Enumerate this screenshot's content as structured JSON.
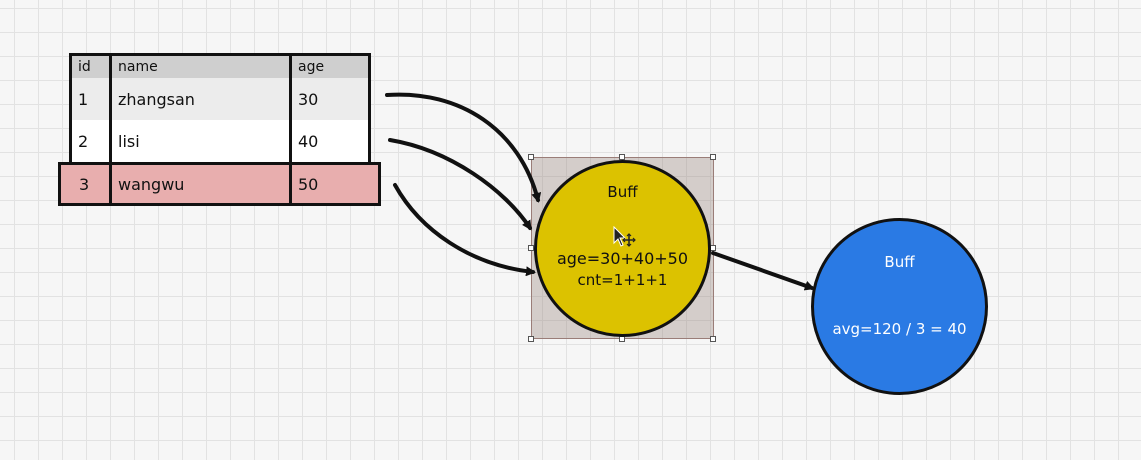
{
  "table": {
    "columns": [
      "id",
      "name",
      "age"
    ],
    "rows": [
      {
        "id": "1",
        "name": "zhangsan",
        "age": "30"
      },
      {
        "id": "2",
        "name": "lisi",
        "age": "40"
      },
      {
        "id": "3",
        "name": "wangwu",
        "age": "50"
      }
    ]
  },
  "buff_node": {
    "title": "Buff",
    "line1": "age=30+40+50",
    "line2": "cnt=1+1+1"
  },
  "result_node": {
    "title": "Buff",
    "line1": "avg=120 / 3 = 40"
  },
  "colors": {
    "buff_fill": "#dcc200",
    "result_fill": "#2a7ae4",
    "selected_row_fill": "#e8aeae",
    "header_fill": "#cfcfcf"
  }
}
